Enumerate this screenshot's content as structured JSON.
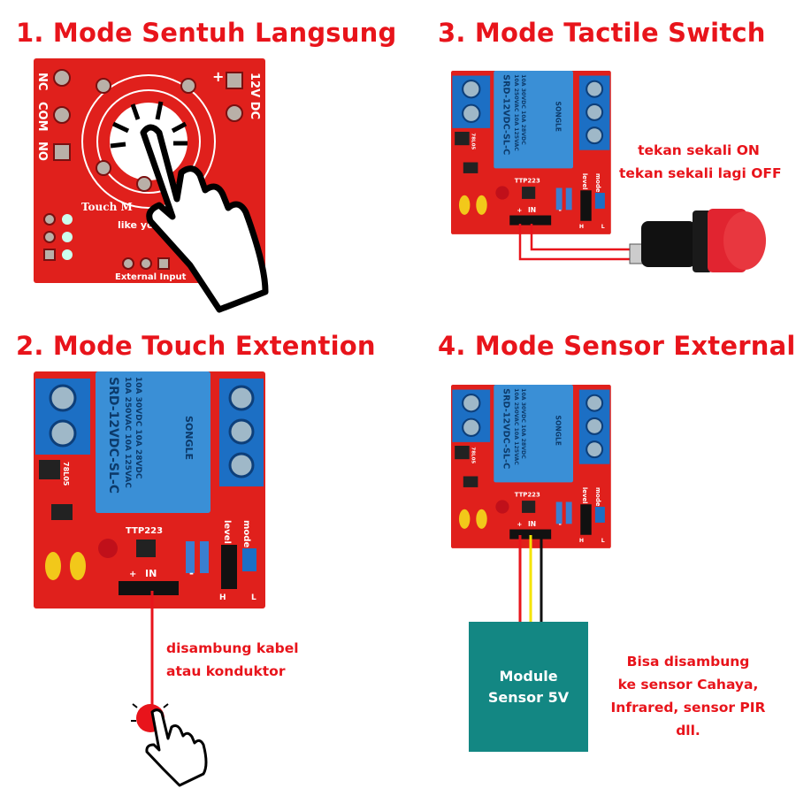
{
  "sections": {
    "mode1": {
      "title": "1. Mode Sentuh Langsung"
    },
    "mode2": {
      "title": "2. Mode Touch Extention",
      "note": [
        "disambung kabel",
        "atau konduktor"
      ]
    },
    "mode3": {
      "title": "3. Mode Tactile Switch",
      "note": [
        "tekan sekali ON",
        "tekan sekali lagi OFF"
      ]
    },
    "mode4": {
      "title": "4. Mode Sensor External",
      "module": [
        "Module",
        "Sensor 5V"
      ],
      "note": [
        "Bisa disambung",
        "ke sensor Cahaya,",
        "Infrared, sensor PIR",
        "dll."
      ]
    }
  },
  "board_back": {
    "pins": [
      "NC",
      "COM",
      "NO"
    ],
    "power_plus": "+",
    "power": "12V DC",
    "brand": "Touch M",
    "brand_sub": "like yo",
    "external_input": "External Input"
  },
  "board_front": {
    "relay_model": "SRD-12VDC-SL-C",
    "relay_brand": "SONGLE",
    "relay_rating1": "10A 250VAC  10A 125VAC",
    "relay_rating2": "10A 30VDC  10A 28VDC",
    "chip": "TTP223",
    "regulator": "78L05",
    "level": "level",
    "mode": "mode",
    "in": "IN",
    "plus": "+",
    "minus": "-",
    "h": "H",
    "l": "L"
  },
  "colors": {
    "accent": "#e8141b",
    "pcb": "#e0201c",
    "relay": "#3a8fd6",
    "terminal": "#1c6fc4",
    "module": "#138783",
    "wire_red": "#e8141b",
    "wire_yellow": "#f5e400",
    "wire_black": "#111111"
  }
}
